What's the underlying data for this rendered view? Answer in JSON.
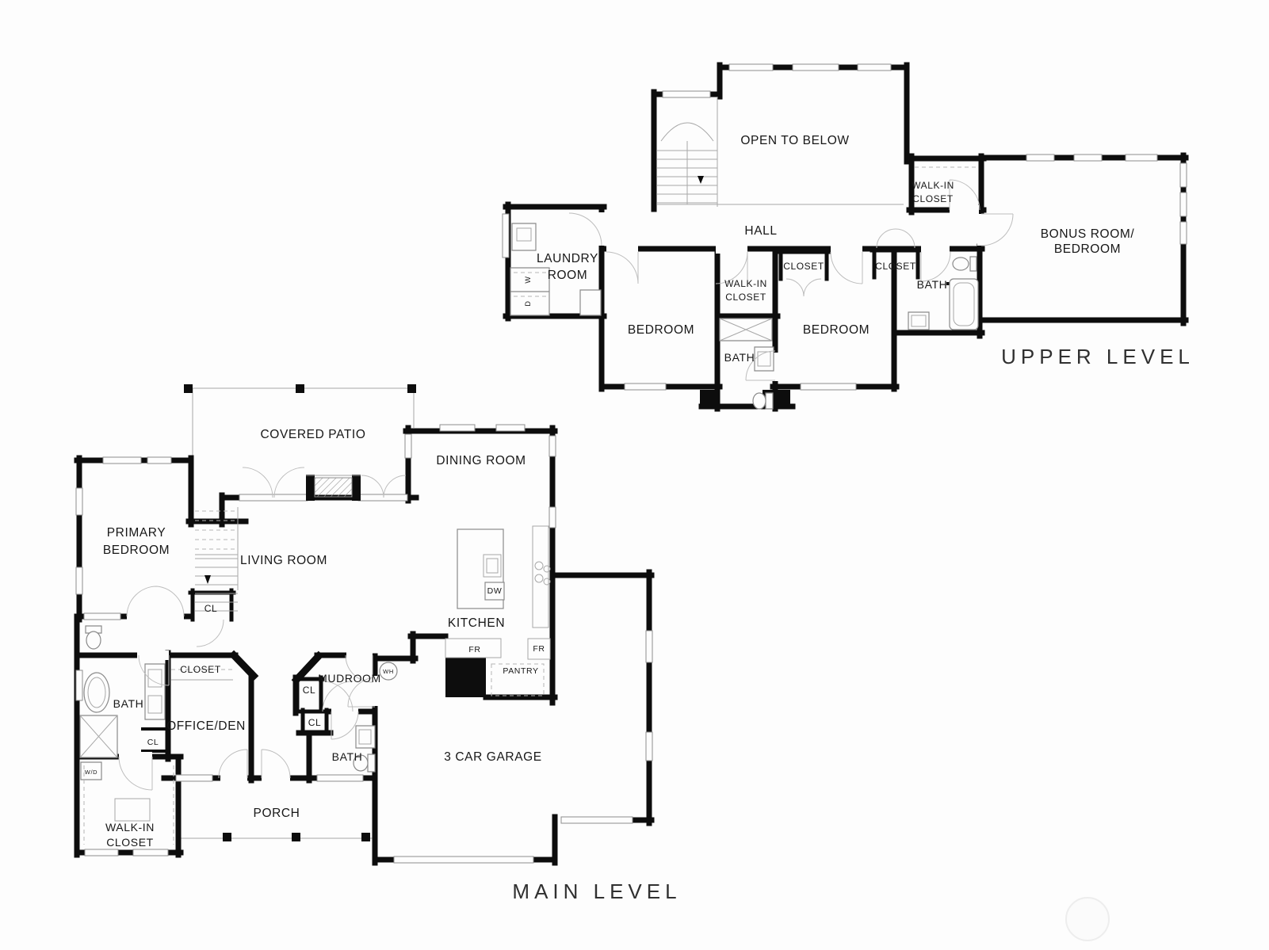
{
  "colors": {
    "background": "#fdfdfd",
    "walls": "#0d0d0d",
    "thin_lines": "#8d8d8d",
    "door_arcs": "#bdbdbd"
  },
  "upper": {
    "title": "UPPER LEVEL",
    "open_to_below": "OPEN TO BELOW",
    "walk_in_closet_hall_1": "WALK-IN",
    "walk_in_closet_hall_2": "CLOSET",
    "hall": "HALL",
    "laundry_1": "LAUNDRY",
    "laundry_2": "ROOM",
    "washer": "W",
    "dryer": "D",
    "bedroom_left": "BEDROOM",
    "wic_mid_1": "WALK-IN",
    "wic_mid_2": "CLOSET",
    "closet_left": "CLOSET",
    "closet_right": "CLOSET",
    "bath_mid": "BATH",
    "bath_right": "BATH",
    "bedroom_right": "BEDROOM",
    "bonus_1": "BONUS ROOM/",
    "bonus_2": "BEDROOM"
  },
  "main": {
    "title": "MAIN LEVEL",
    "covered_patio": "COVERED PATIO",
    "dining_room": "DINING ROOM",
    "primary_1": "PRIMARY",
    "primary_2": "BEDROOM",
    "living_room": "LIVING ROOM",
    "cl_stairs": "CL",
    "kitchen": "KITCHEN",
    "dishwasher": "DW",
    "fridge_left": "FR",
    "fridge_right": "FR",
    "pantry": "PANTRY",
    "bath_primary": "BATH",
    "closet_hall": "CLOSET",
    "office_den": "OFFICE/DEN",
    "cl_bath": "CL",
    "mudroom": "MUDROOM",
    "water_heater": "WH",
    "cl_mud_1": "CL",
    "cl_mud_2": "CL",
    "bath_mud": "BATH",
    "washer_dryer": "W/D",
    "wic_1": "WALK-IN",
    "wic_2": "CLOSET",
    "porch": "PORCH",
    "garage": "3 CAR GARAGE"
  }
}
